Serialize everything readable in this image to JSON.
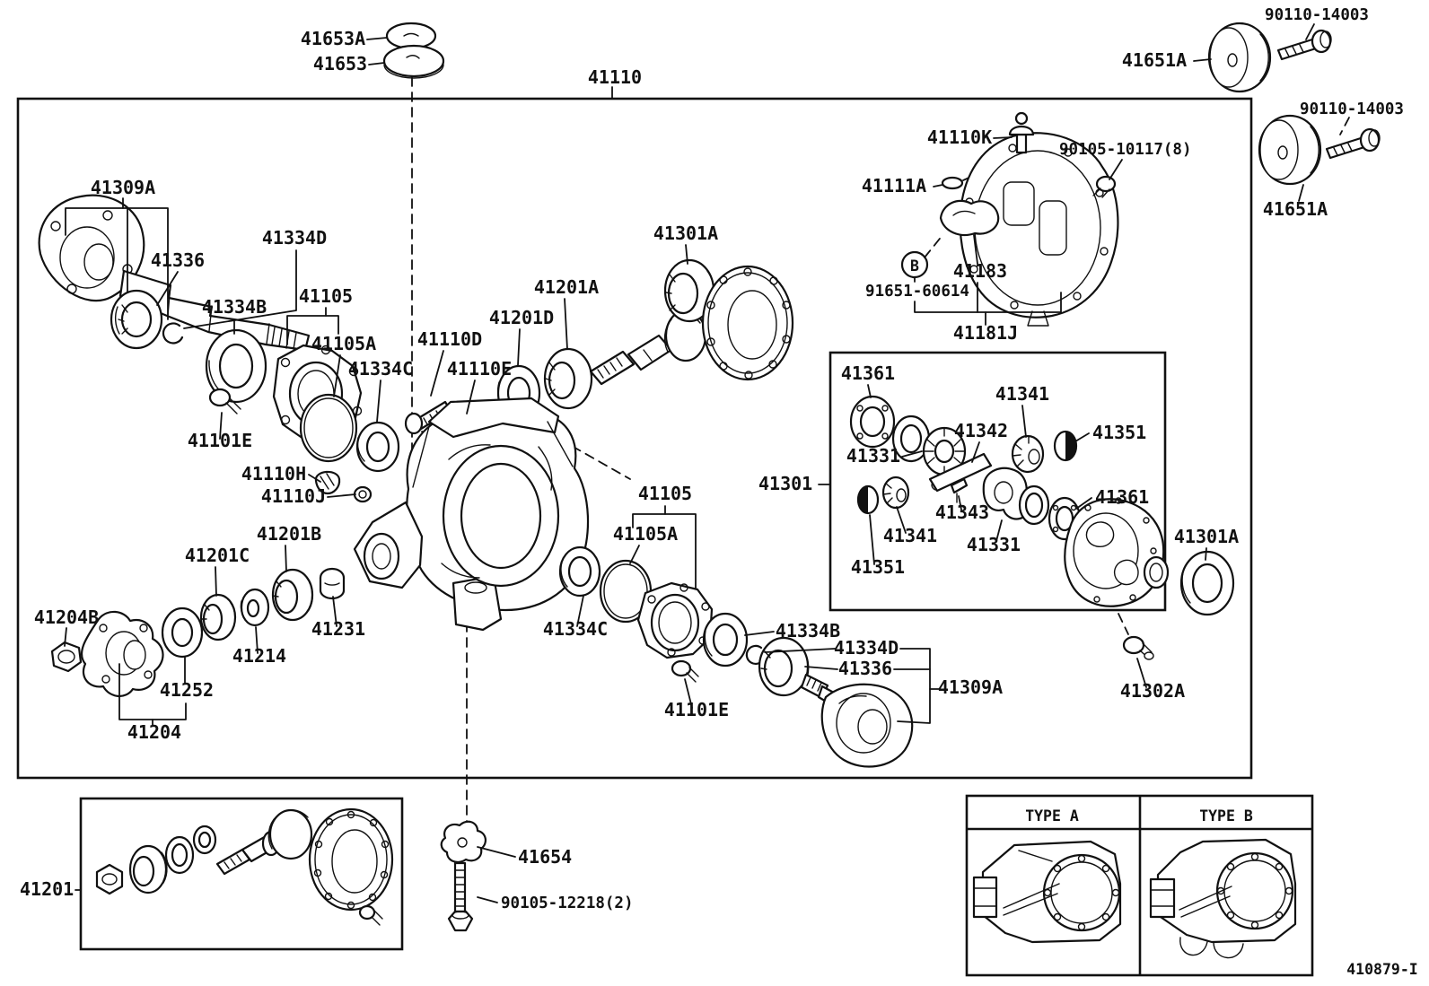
{
  "drawing_code": "410879-I",
  "type_table": {
    "type_a": "TYPE A",
    "type_b": "TYPE B"
  },
  "callout_b": "B",
  "colors": {
    "ink": "#111111",
    "paper": "#ffffff"
  },
  "labels": {
    "41653A": "41653A",
    "41653": "41653",
    "41110": "41110",
    "90110_14003": "90110-14003",
    "41651A": "41651A",
    "41110K": "41110K",
    "90105_10117_8": "90105-10117(8)",
    "41111A": "41111A",
    "41183": "41183",
    "91651_60614": "91651-60614",
    "41181J": "41181J",
    "41309A": "41309A",
    "41334D": "41334D",
    "41336": "41336",
    "41334B": "41334B",
    "41105": "41105",
    "41105A": "41105A",
    "41334C": "41334C",
    "41101E": "41101E",
    "41110D": "41110D",
    "41110E": "41110E",
    "41201D": "41201D",
    "41201A": "41201A",
    "41301A": "41301A",
    "41110H": "41110H",
    "41110J": "41110J",
    "41201C": "41201C",
    "41201B": "41201B",
    "41204B": "41204B",
    "41214": "41214",
    "41252": "41252",
    "41204": "41204",
    "41231": "41231",
    "41301": "41301",
    "41361": "41361",
    "41341": "41341",
    "41342": "41342",
    "41351": "41351",
    "41331": "41331",
    "41343": "41343",
    "41302A": "41302A",
    "41201": "41201",
    "41654": "41654",
    "90105_12218_2": "90105-12218(2)"
  }
}
